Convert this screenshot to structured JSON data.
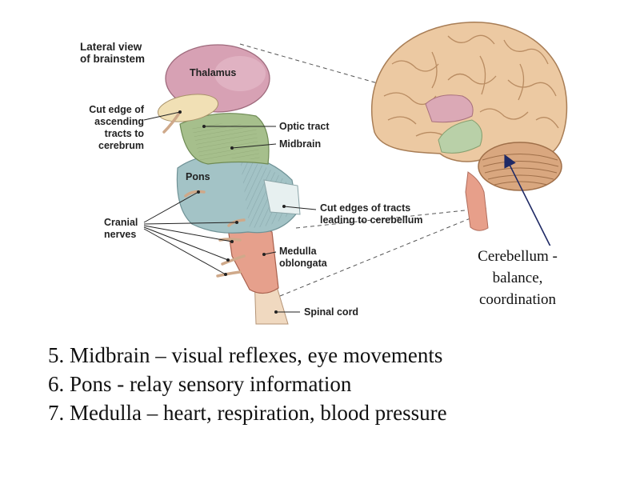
{
  "diagram": {
    "title_lines": [
      "Lateral view",
      "of brainstem"
    ],
    "labels": {
      "thalamus": "Thalamus",
      "cut_edge_lines": [
        "Cut edge of",
        "ascending",
        "tracts to",
        "cerebrum"
      ],
      "optic_tract": "Optic tract",
      "midbrain": "Midbrain",
      "pons": "Pons",
      "cut_edges_lines": [
        "Cut edges of tracts",
        "leading to cerebellum"
      ],
      "cranial_nerves_lines": [
        "Cranial",
        "nerves"
      ],
      "medulla_lines": [
        "Medulla",
        "oblongata"
      ],
      "spinal_cord": "Spinal cord"
    },
    "cerebellum_caption_lines": [
      "Cerebellum -",
      "balance,",
      "coordination"
    ]
  },
  "functions": [
    "5.  Midbrain – visual reflexes, eye movements",
    "6. Pons - relay sensory information",
    "7.  Medulla – heart, respiration, blood pressure"
  ],
  "colors": {
    "thalamus": "#d7a1b4",
    "midbrain": "#a6bf8c",
    "pons": "#a3c3c6",
    "medulla": "#e6a08c",
    "cerebrum": "#ecc9a2",
    "cerebellum": "#d9a77f",
    "arrow": "#1f2a66"
  }
}
